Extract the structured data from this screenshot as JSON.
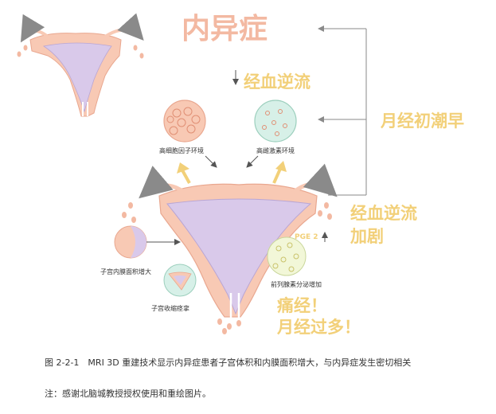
{
  "diagram": {
    "title": "内异症",
    "retro_flow_1": "经血逆流",
    "early_menarche": "月经初潮早",
    "label_estrogen_env": "高细胞因子环境",
    "label_high_estrogen": "高雌激素环境",
    "retro_flow_2_line1": "经血逆流",
    "retro_flow_2_line2": "加剧",
    "pge2": "PGE 2",
    "label_endometrium_area": "子宫内膜面积增大",
    "label_prostaglandin": "前列腺素分泌增加",
    "label_contraction": "子宫收缩痉挛",
    "dysmenorrhea": "痛经！",
    "menorrhagia": "月经过多！",
    "colors": {
      "uterus_outer": "#f8c9b4",
      "uterus_inner": "#d9c9ea",
      "title": "#f3b9a2",
      "highlight": "#f2d079",
      "arrow_gray": "#8a8a8a"
    }
  },
  "caption": "图 2-2-1　MRI 3D 重建技术显示内异症患者子宫体积和内膜面积增大，与内异症发生密切相关",
  "note": "注：感谢北脑城教授授权使用和重绘图片。"
}
